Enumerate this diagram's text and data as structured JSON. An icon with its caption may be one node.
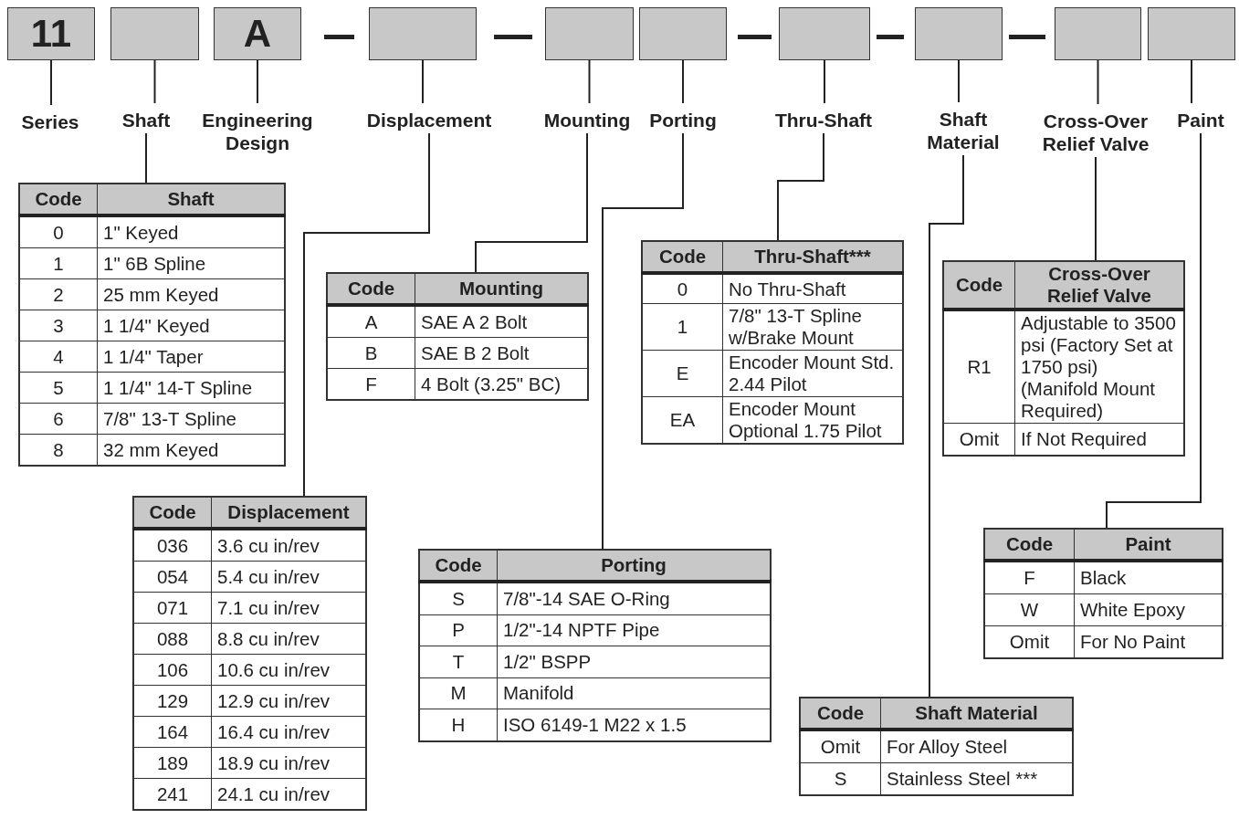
{
  "diagram": {
    "nodes": [
      {
        "text": [
          "11"
        ]
      },
      {
        "text": [],
        "shape": "box"
      },
      {
        "text": [
          "A"
        ]
      },
      {
        "text": [],
        "shape": "box"
      },
      {
        "text": [],
        "shape": "box"
      },
      {
        "text": [],
        "shape": "box"
      },
      {
        "text": [],
        "shape": "box"
      },
      {
        "text": [],
        "shape": "box"
      },
      {
        "text": [],
        "shape": "box"
      },
      {
        "text": [],
        "shape": "box"
      },
      {
        "text": [
          "Series"
        ]
      },
      {
        "text": [
          "Shaft"
        ]
      },
      {
        "text": [
          "Engineering Design"
        ]
      },
      {
        "text": [
          "Displacement"
        ]
      },
      {
        "text": [
          "Mounting"
        ]
      },
      {
        "text": [
          "Porting"
        ]
      },
      {
        "text": [
          "Thru-Shaft"
        ]
      },
      {
        "text": [
          "Shaft Material"
        ]
      },
      {
        "text": [
          "Cross-Over Relief Valve"
        ]
      },
      {
        "text": [
          "Paint"
        ]
      },
      {
        "text": [
          "Code",
          "Shaft",
          "0",
          "1\" Keyed",
          "1",
          "1\" 6B Spline",
          "2",
          "25 mm Keyed",
          "3",
          "1 1/4\" Keyed",
          "4",
          "1 1/4\" Taper",
          "5",
          "1 1/4\" 14-T Spline",
          "6",
          "7/8\" 13-T Spline",
          "8",
          "32 mm Keyed"
        ]
      },
      {
        "text": [
          "Code",
          "Displacement",
          "036",
          "3.6 cu in/rev",
          "054",
          "5.4 cu in/rev",
          "071",
          "7.1 cu in/rev",
          "088",
          "8.8 cu in/rev",
          "106",
          "10.6 cu in/rev",
          "129",
          "12.9 cu in/rev",
          "164",
          "16.4 cu in/rev",
          "189",
          "18.9 cu in/rev",
          "241",
          "24.1 cu in/rev"
        ]
      },
      {
        "text": [
          "Code",
          "Mounting",
          "A",
          "SAE A 2 Bolt",
          "B",
          "SAE B 2 Bolt",
          "F",
          "4 Bolt (3.25\" BC)"
        ]
      },
      {
        "text": [
          "Code",
          "Porting",
          "S",
          "7/8\"-14 SAE O-Ring",
          "P",
          "1/2\"-14 NPTF Pipe",
          "T",
          "1/2\" BSPP",
          "M",
          "Manifold",
          "H",
          "ISO 6149-1 M22 x 1.5"
        ]
      },
      {
        "text": [
          "Code",
          "Thru-Shaft***",
          "0",
          "No Thru-Shaft",
          "1",
          "7/8\" 13-T Spline w/Brake Mount",
          "E",
          "Encoder Mount Std. 2.44 Pilot",
          "EA",
          "Encoder Mount Optional 1.75 Pilot"
        ]
      },
      {
        "text": [
          "Code",
          "Shaft Material",
          "Omit",
          "For Alloy Steel",
          "S",
          "Stainless Steel ***"
        ]
      },
      {
        "text": [
          "Code",
          "Cross-Over Relief Valve",
          "R1",
          "Adjustable to 3500 psi (Factory Set at 1750 psi) (Manifold Mount Required)",
          "Omit",
          "If Not Required"
        ]
      },
      {
        "text": [
          "Code",
          "Paint",
          "F",
          "Black",
          "W",
          "White Epoxy",
          "Omit",
          "For No Paint"
        ]
      }
    ],
    "edges": [
      {
        "from": 0,
        "to": 10,
        "arrow": "none"
      },
      {
        "from": 1,
        "to": 11,
        "arrow": "none"
      },
      {
        "from": 2,
        "to": 12,
        "arrow": "none"
      },
      {
        "from": 3,
        "to": 13,
        "arrow": "none"
      },
      {
        "from": 4,
        "to": 14,
        "arrow": "none"
      },
      {
        "from": 5,
        "to": 15,
        "arrow": "none"
      },
      {
        "from": 6,
        "to": 16,
        "arrow": "none"
      },
      {
        "from": 7,
        "to": 17,
        "arrow": "none"
      },
      {
        "from": 8,
        "to": 18,
        "arrow": "none"
      },
      {
        "from": 9,
        "to": 19,
        "arrow": "none"
      },
      {
        "from": 11,
        "to": 20,
        "arrow": "none"
      },
      {
        "from": 13,
        "to": 21,
        "arrow": "none"
      },
      {
        "from": 14,
        "to": 22,
        "arrow": "none"
      },
      {
        "from": 15,
        "to": 23,
        "arrow": "none"
      },
      {
        "from": 16,
        "to": 24,
        "arrow": "none"
      },
      {
        "from": 17,
        "to": 25,
        "arrow": "none"
      },
      {
        "from": 18,
        "to": 26,
        "arrow": "none"
      },
      {
        "from": 19,
        "to": 27,
        "arrow": "none"
      }
    ]
  }
}
